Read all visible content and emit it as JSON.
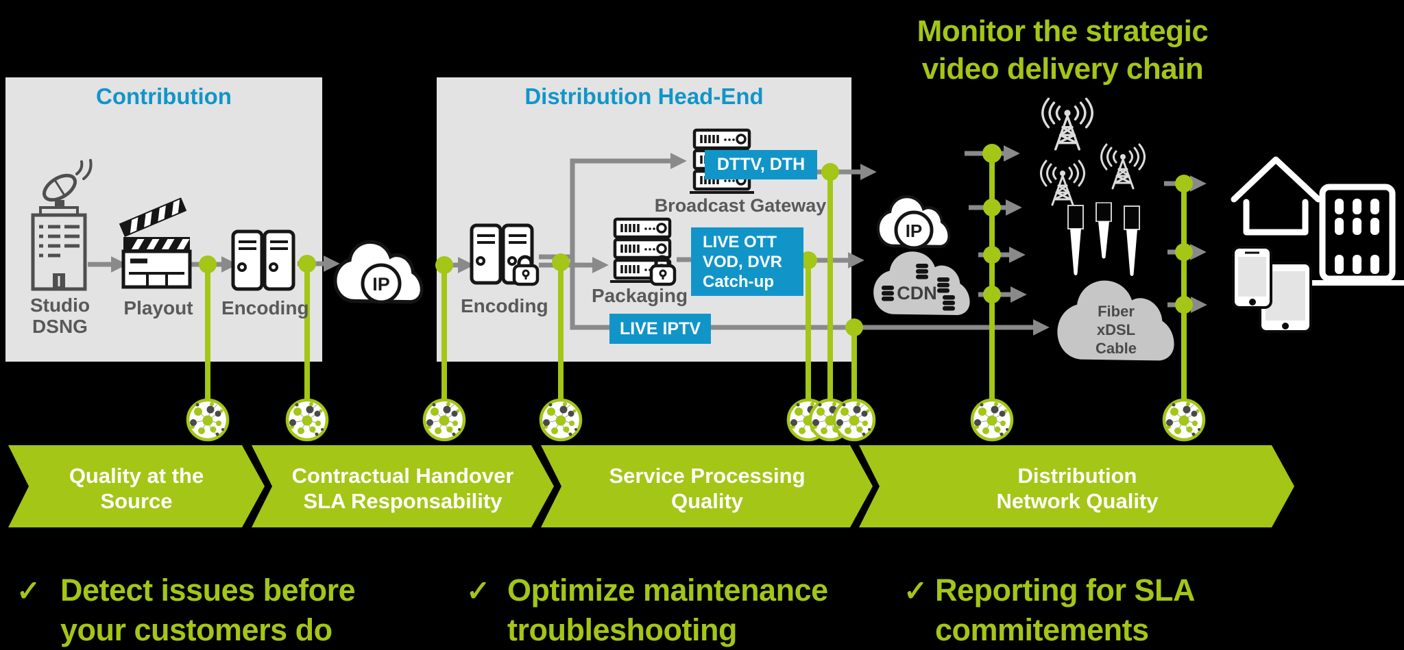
{
  "header": {
    "title_line1": "Monitor the strategic",
    "title_line2": "video delivery chain"
  },
  "contribution": {
    "title": "Contribution",
    "studio_label_line1": "Studio",
    "studio_label_line2": "DSNG",
    "playout_label": "Playout",
    "encoding_label": "Encoding"
  },
  "contribution_ip_cloud": {
    "label": "IP"
  },
  "head_end": {
    "title": "Distribution Head-End",
    "encoding_label": "Encoding",
    "packaging_label": "Packaging",
    "broadcast_gateway_label": "Broadcast Gateway",
    "dttv_badge": "DTTV, DTH",
    "ott_badge_line1": "LIVE OTT",
    "ott_badge_line2": "VOD, DVR",
    "ott_badge_line3": "Catch-up",
    "iptv_badge": "LIVE IPTV"
  },
  "network": {
    "ip_cloud_label": "IP",
    "cdn_cloud_label": "CDN",
    "fiber_cloud_line1": "Fiber",
    "fiber_cloud_line2": "xDSL",
    "fiber_cloud_line3": "Cable"
  },
  "chevrons": [
    {
      "line1": "Quality at the",
      "line2": "Source"
    },
    {
      "line1": "Contractual Handover",
      "line2": "SLA Responsability"
    },
    {
      "line1": "Service Processing",
      "line2": "Quality"
    },
    {
      "line1": "Distribution",
      "line2": "Network Quality"
    }
  ],
  "benefits": [
    {
      "check": "✓",
      "line1": "Detect issues before",
      "line2": "your customers do"
    },
    {
      "check": "✓",
      "line1": "Optimize maintenance",
      "line2": "troubleshooting"
    },
    {
      "check": "✓",
      "line1": "Reporting for SLA",
      "line2": "commitements"
    }
  ],
  "icons": [
    "satellite-studio-icon",
    "clapperboard-icon",
    "server-tower-icon",
    "rack-server-icon",
    "lock-icon",
    "cloud-icon",
    "database-icon",
    "radio-tower-icon",
    "antenna-mast-icon",
    "house-icon",
    "building-icon",
    "smartphone-icon",
    "tablet-icon",
    "monitoring-sensor-icon"
  ],
  "colors": {
    "accent_green": "#a3c617",
    "brand_blue": "#1195c9",
    "panel_gray": "#e3e3e3",
    "arrow_gray": "#8a8a8a",
    "label_gray": "#595959",
    "cdn_cloud_gray": "#c9c9c9",
    "fiber_cloud_gray": "#c6c6c6",
    "icon_black": "#161616",
    "background": "#000000",
    "white": "#ffffff"
  }
}
